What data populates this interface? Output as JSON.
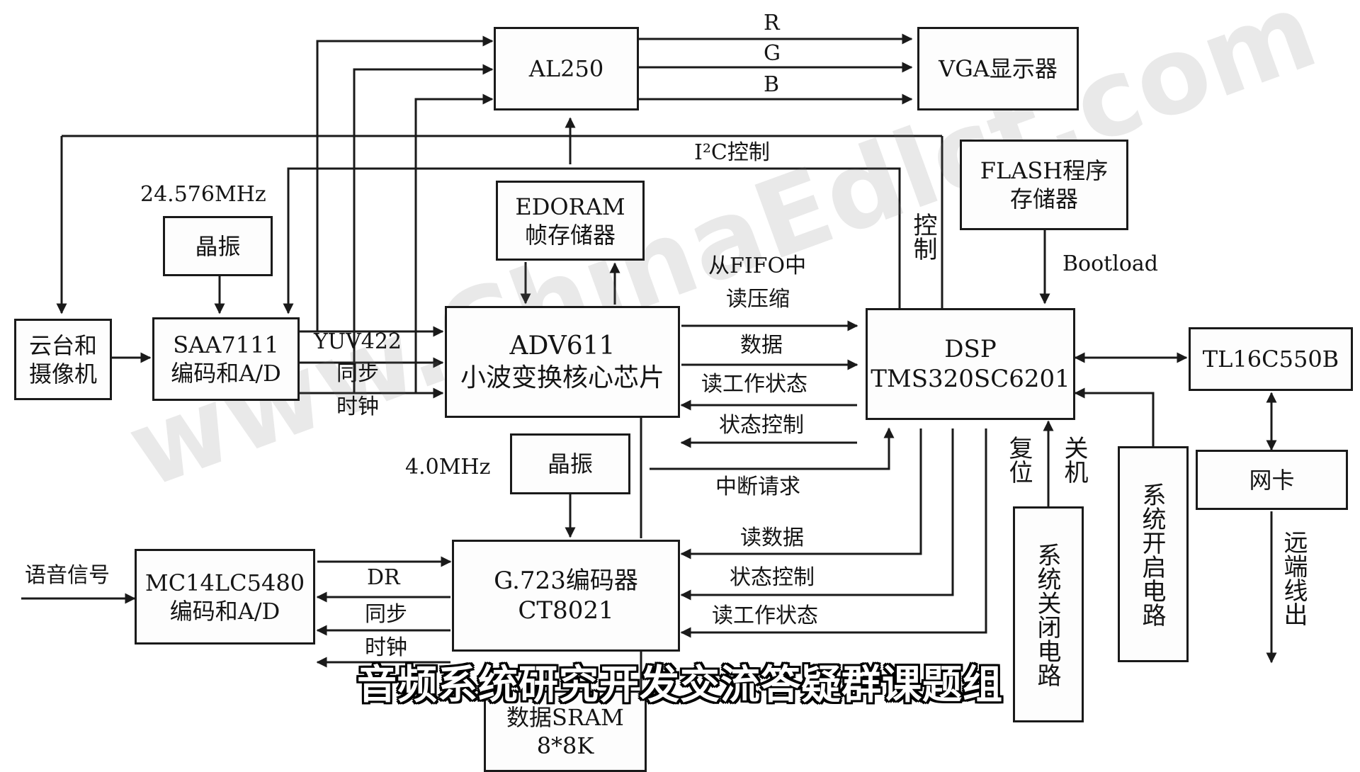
{
  "watermark": "www.ChinaEdlct.com",
  "subtitle": "音频系统研究开发交流答疑群课题组",
  "blocks": {
    "al250": [
      "AL250"
    ],
    "vga": [
      "VGA显示器"
    ],
    "edoram": [
      "EDORAM",
      "帧存储器"
    ],
    "flash": [
      "FLASH程序",
      "存储器"
    ],
    "xtal1": [
      "晶振"
    ],
    "camera": [
      "云台和",
      "摄像机"
    ],
    "saa7111": [
      "SAA7111",
      "编码和A/D"
    ],
    "adv611": [
      "ADV611",
      "小波变换核心芯片"
    ],
    "dsp": [
      "DSP",
      "TMS320SC6201"
    ],
    "tl16c550b": [
      "TL16C550B"
    ],
    "xtal2": [
      "晶振"
    ],
    "netcard": [
      "网卡"
    ],
    "mc14lc5480": [
      "MC14LC5480",
      "编码和A/D"
    ],
    "g723": [
      "G.723编码器",
      "CT8021"
    ],
    "sram": [
      "数据SRAM",
      "8*8K"
    ],
    "shutdown_circuit": "系统关闭电路",
    "startup_circuit": "系统开启电路"
  },
  "labels": {
    "r": "R",
    "g": "G",
    "b": "B",
    "i2c": "I²C控制",
    "freq1": "24.576MHz",
    "freq2": "4.0MHz",
    "control": "控制",
    "bootload": "Bootload",
    "read_fifo_line1": "从FIFO中",
    "read_fifo_line2": "读压缩",
    "data": "数据",
    "read_status1": "读工作状态",
    "status_ctrl1": "状态控制",
    "interrupt": "中断请求",
    "read_data": "读数据",
    "status_ctrl2": "状态控制",
    "read_status2": "读工作状态",
    "yuv422": "YUV422",
    "sync1": "同步",
    "clock1": "时钟",
    "dr": "DR",
    "sync2": "同步",
    "clock2": "时钟",
    "voice_signal": "语音信号",
    "reset": "复位",
    "shutdown": "关机",
    "remote_out": "远端线出"
  }
}
